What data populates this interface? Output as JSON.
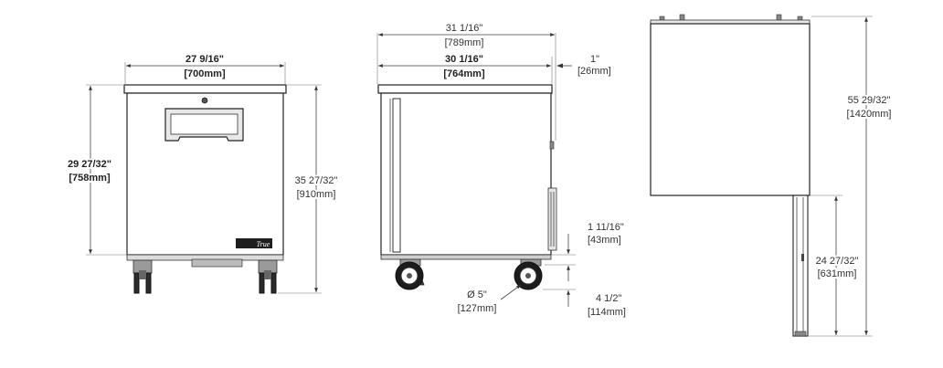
{
  "front_view": {
    "width_imperial": "27 9/16\"",
    "width_metric": "[700mm]",
    "body_height_imperial": "29 27/32\"",
    "body_height_metric": "[758mm]",
    "overall_height_imperial": "35 27/32\"",
    "overall_height_metric": "[910mm]",
    "logo_text": "True"
  },
  "side_view": {
    "overall_depth_imperial": "31 1/16\"",
    "overall_depth_metric": "[789mm]",
    "body_depth_imperial": "30 1/16\"",
    "body_depth_metric": "[764mm]",
    "top_overhang_imperial": "1\"",
    "top_overhang_metric": "[26mm]",
    "bottom_clearance_imperial": "1 11/16\"",
    "bottom_clearance_metric": "[43mm]",
    "caster_diameter_imperial": "Ø 5\"",
    "caster_diameter_metric": "[127mm]",
    "caster_height_imperial": "4 1/2\"",
    "caster_height_metric": "[114mm]"
  },
  "door_open_view": {
    "open_height_imperial": "55 29/32\"",
    "open_height_metric": "[1420mm]",
    "door_height_imperial": "24 27/32\"",
    "door_height_metric": "[631mm]"
  }
}
